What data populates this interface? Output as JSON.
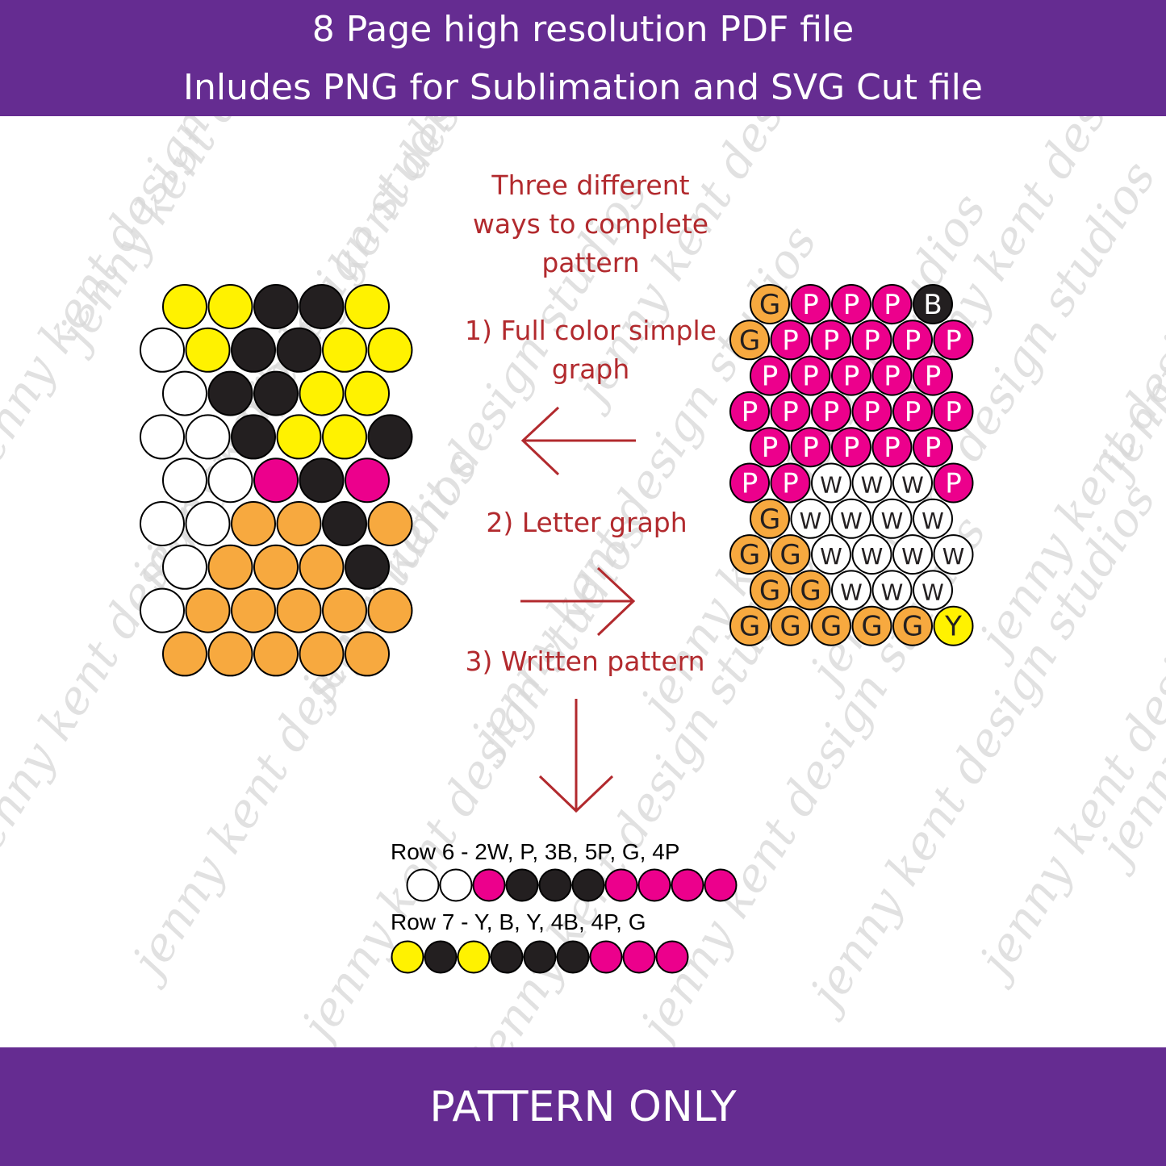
{
  "header": {
    "line1": "8 Page high resolution PDF file",
    "line2": "Inludes PNG for Sublimation and SVG Cut file"
  },
  "footer": {
    "label": "PATTERN ONLY"
  },
  "watermark": {
    "text": "jenny kent design studios"
  },
  "colors": {
    "banner": "#652c91",
    "accent_text": "#b22a2e",
    "Y": "#fff200",
    "B": "#231f20",
    "W": "#ffffff",
    "P": "#ec008c",
    "G": "#f7a93f"
  },
  "intro": {
    "lines": [
      "Three different",
      "ways to complete",
      "pattern"
    ]
  },
  "methods": {
    "full_color": [
      "1) Full color simple",
      "graph"
    ],
    "letter": "2) Letter graph",
    "written": "3) Written pattern"
  },
  "color_graph": {
    "rows": [
      [
        "Y",
        "Y",
        "B",
        "B",
        "Y"
      ],
      [
        "W",
        "Y",
        "B",
        "B",
        "Y",
        "Y"
      ],
      [
        "W",
        "B",
        "B",
        "Y",
        "Y"
      ],
      [
        "W",
        "W",
        "B",
        "Y",
        "Y",
        "B"
      ],
      [
        "W",
        "W",
        "P",
        "B",
        "P"
      ],
      [
        "W",
        "W",
        "G",
        "G",
        "B",
        "G"
      ],
      [
        "W",
        "G",
        "G",
        "G",
        "B"
      ],
      [
        "W",
        "G",
        "G",
        "G",
        "G",
        "G"
      ],
      [
        "G",
        "G",
        "G",
        "G",
        "G"
      ]
    ]
  },
  "letter_graph": {
    "rows": [
      [
        "G",
        "P",
        "P",
        "P",
        "B"
      ],
      [
        "G",
        "P",
        "P",
        "P",
        "P",
        "P"
      ],
      [
        "P",
        "P",
        "P",
        "P",
        "P"
      ],
      [
        "P",
        "P",
        "P",
        "P",
        "P",
        "P"
      ],
      [
        "P",
        "P",
        "P",
        "P",
        "P"
      ],
      [
        "P",
        "P",
        "W",
        "W",
        "W",
        "P"
      ],
      [
        "G",
        "W",
        "W",
        "W",
        "W"
      ],
      [
        "G",
        "G",
        "W",
        "W",
        "W",
        "W"
      ],
      [
        "G",
        "G",
        "W",
        "W",
        "W"
      ],
      [
        "G",
        "G",
        "G",
        "G",
        "G",
        "Y"
      ]
    ]
  },
  "written_pattern": [
    {
      "label": "Row 6 - 2W, P, 3B, 5P, G, 4P",
      "beads": [
        "W",
        "W",
        "P",
        "B",
        "B",
        "B",
        "P",
        "P",
        "P",
        "P"
      ]
    },
    {
      "label": "Row 7 - Y, B, Y, 4B, 4P, G",
      "beads": [
        "Y",
        "B",
        "Y",
        "B",
        "B",
        "B",
        "P",
        "P",
        "P"
      ]
    }
  ]
}
